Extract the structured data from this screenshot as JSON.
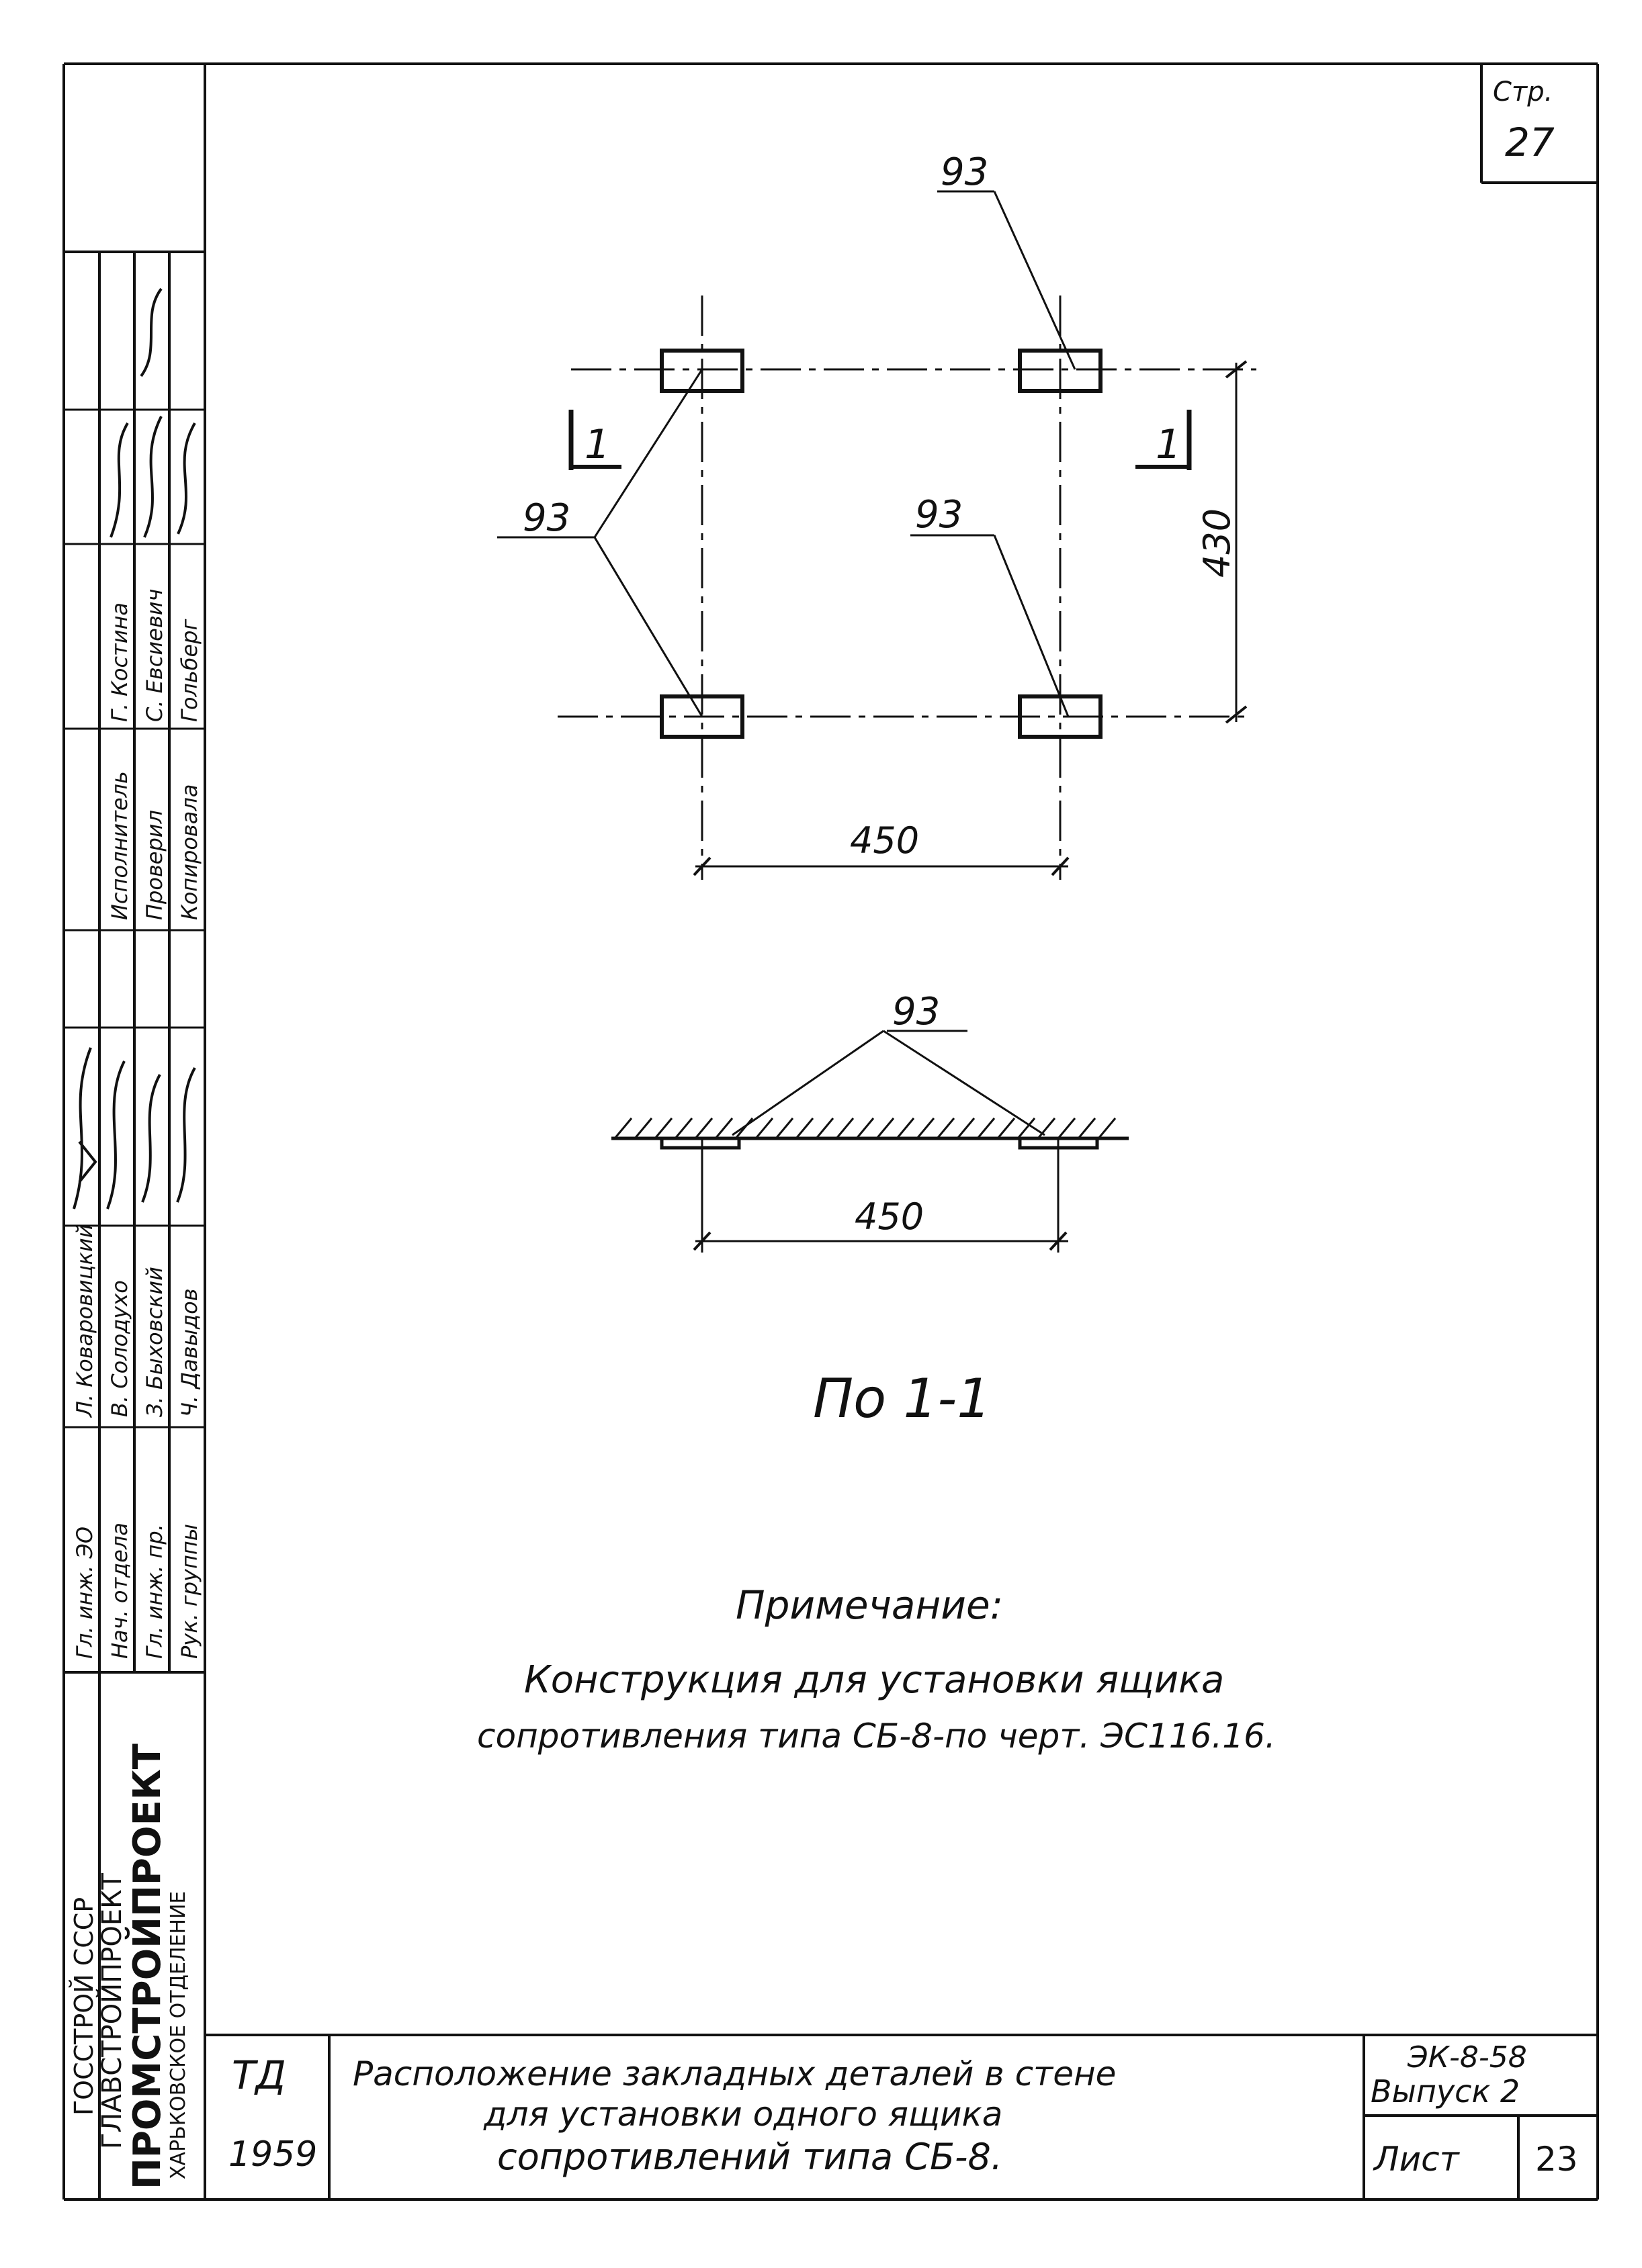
{
  "page": {
    "label": "Стр.",
    "number": "27"
  },
  "plan": {
    "callout_top_right": "93",
    "callout_left": "93",
    "callout_inner_right": "93",
    "section_mark_left": "1",
    "section_mark_right": "1",
    "dim_vertical": "430",
    "dim_horizontal": "450"
  },
  "section": {
    "callout": "93",
    "dim_horizontal": "450",
    "caption": "По 1-1"
  },
  "note": {
    "heading": "Примечание:",
    "line1": "Конструкция для установки ящика",
    "line2": "сопротивления типа СБ-8-по черт. ЭС116.16."
  },
  "side_stamp": {
    "org_line1": "ГОССТРОЙ СССР",
    "org_line2": "ГЛАВСТРОЙПРОЕКТ",
    "org_line3": "ПРОМСТРОЙПРОЕКТ",
    "org_line4": "ХАРЬКОВСКОЕ ОТДЕЛЕНИЕ",
    "rows_a": [
      {
        "role": "Гл. инж. ЭО",
        "name": "Л. Коваровицкий"
      },
      {
        "role": "Нач. отдела",
        "name": "В. Солодухо"
      },
      {
        "role": "Гл. инж. пр.",
        "name": "З. Быховский"
      },
      {
        "role": "Рук. группы",
        "name": "Ч. Давыдов"
      }
    ],
    "rows_b": [
      {
        "role": "Исполнитель",
        "name": "Г. Костина"
      },
      {
        "role": "Проверил",
        "name": "С. Евсиевич"
      },
      {
        "role": "Копировала",
        "name": "Гольберг"
      }
    ]
  },
  "title_block": {
    "td": "ТД",
    "year": "1959",
    "title_line1": "Расположение закладных деталей в стене",
    "title_line2": "для установки одного ящика",
    "title_line3": "сопротивлений типа СБ-8.",
    "code": "ЭК-8-58",
    "issue": "Выпуск 2",
    "sheet_label": "Лист",
    "sheet_number": "23"
  }
}
